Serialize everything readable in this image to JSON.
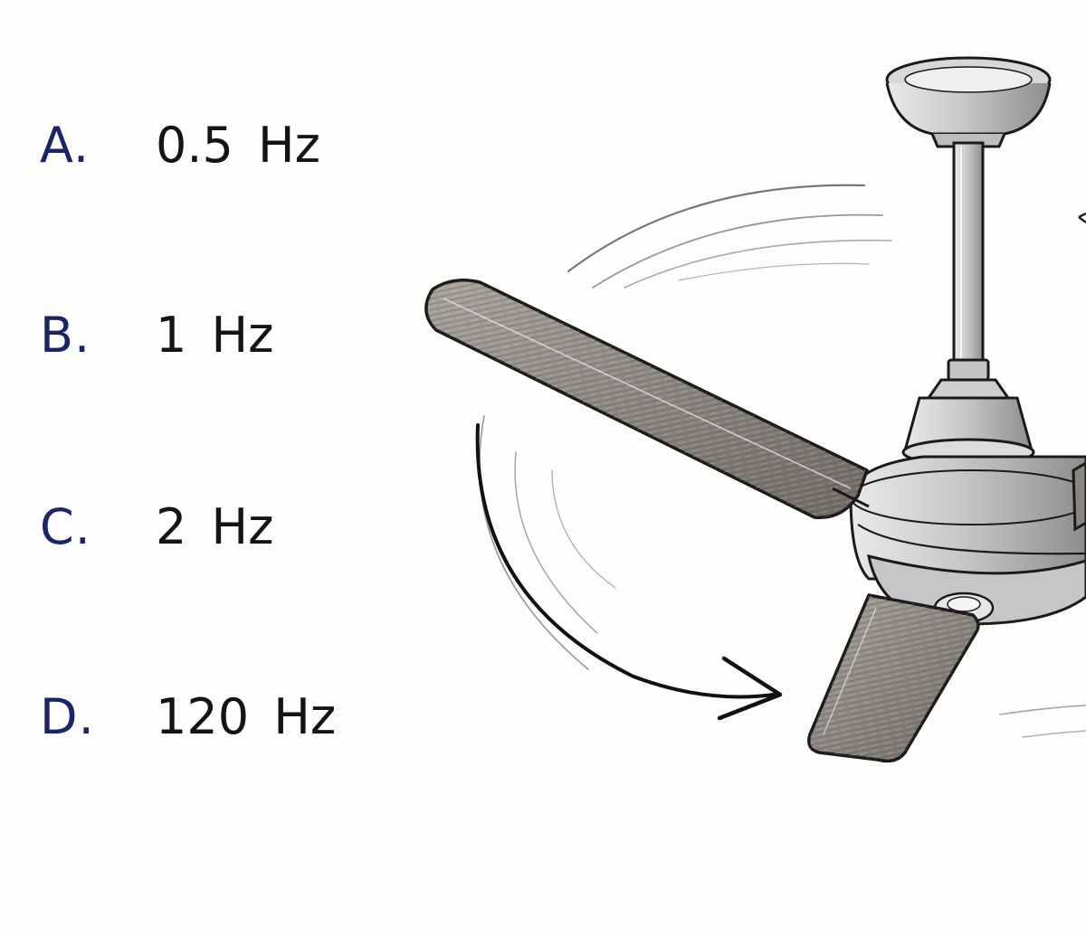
{
  "options": [
    {
      "letter": "A.",
      "value": "0.5 Hz"
    },
    {
      "letter": "B.",
      "value": "1 Hz"
    },
    {
      "letter": "C.",
      "value": "2 Hz"
    },
    {
      "letter": "D.",
      "value": "120 Hz"
    }
  ],
  "illustration": {
    "subject": "ceiling-fan",
    "motion": "rotating-arrow"
  },
  "colors": {
    "letter": "#1b2466",
    "value": "#141414",
    "ink": "#1a1a1a",
    "metal": "#b9b9b9",
    "blade": "#8a8580",
    "background": "#fdfdfc"
  }
}
